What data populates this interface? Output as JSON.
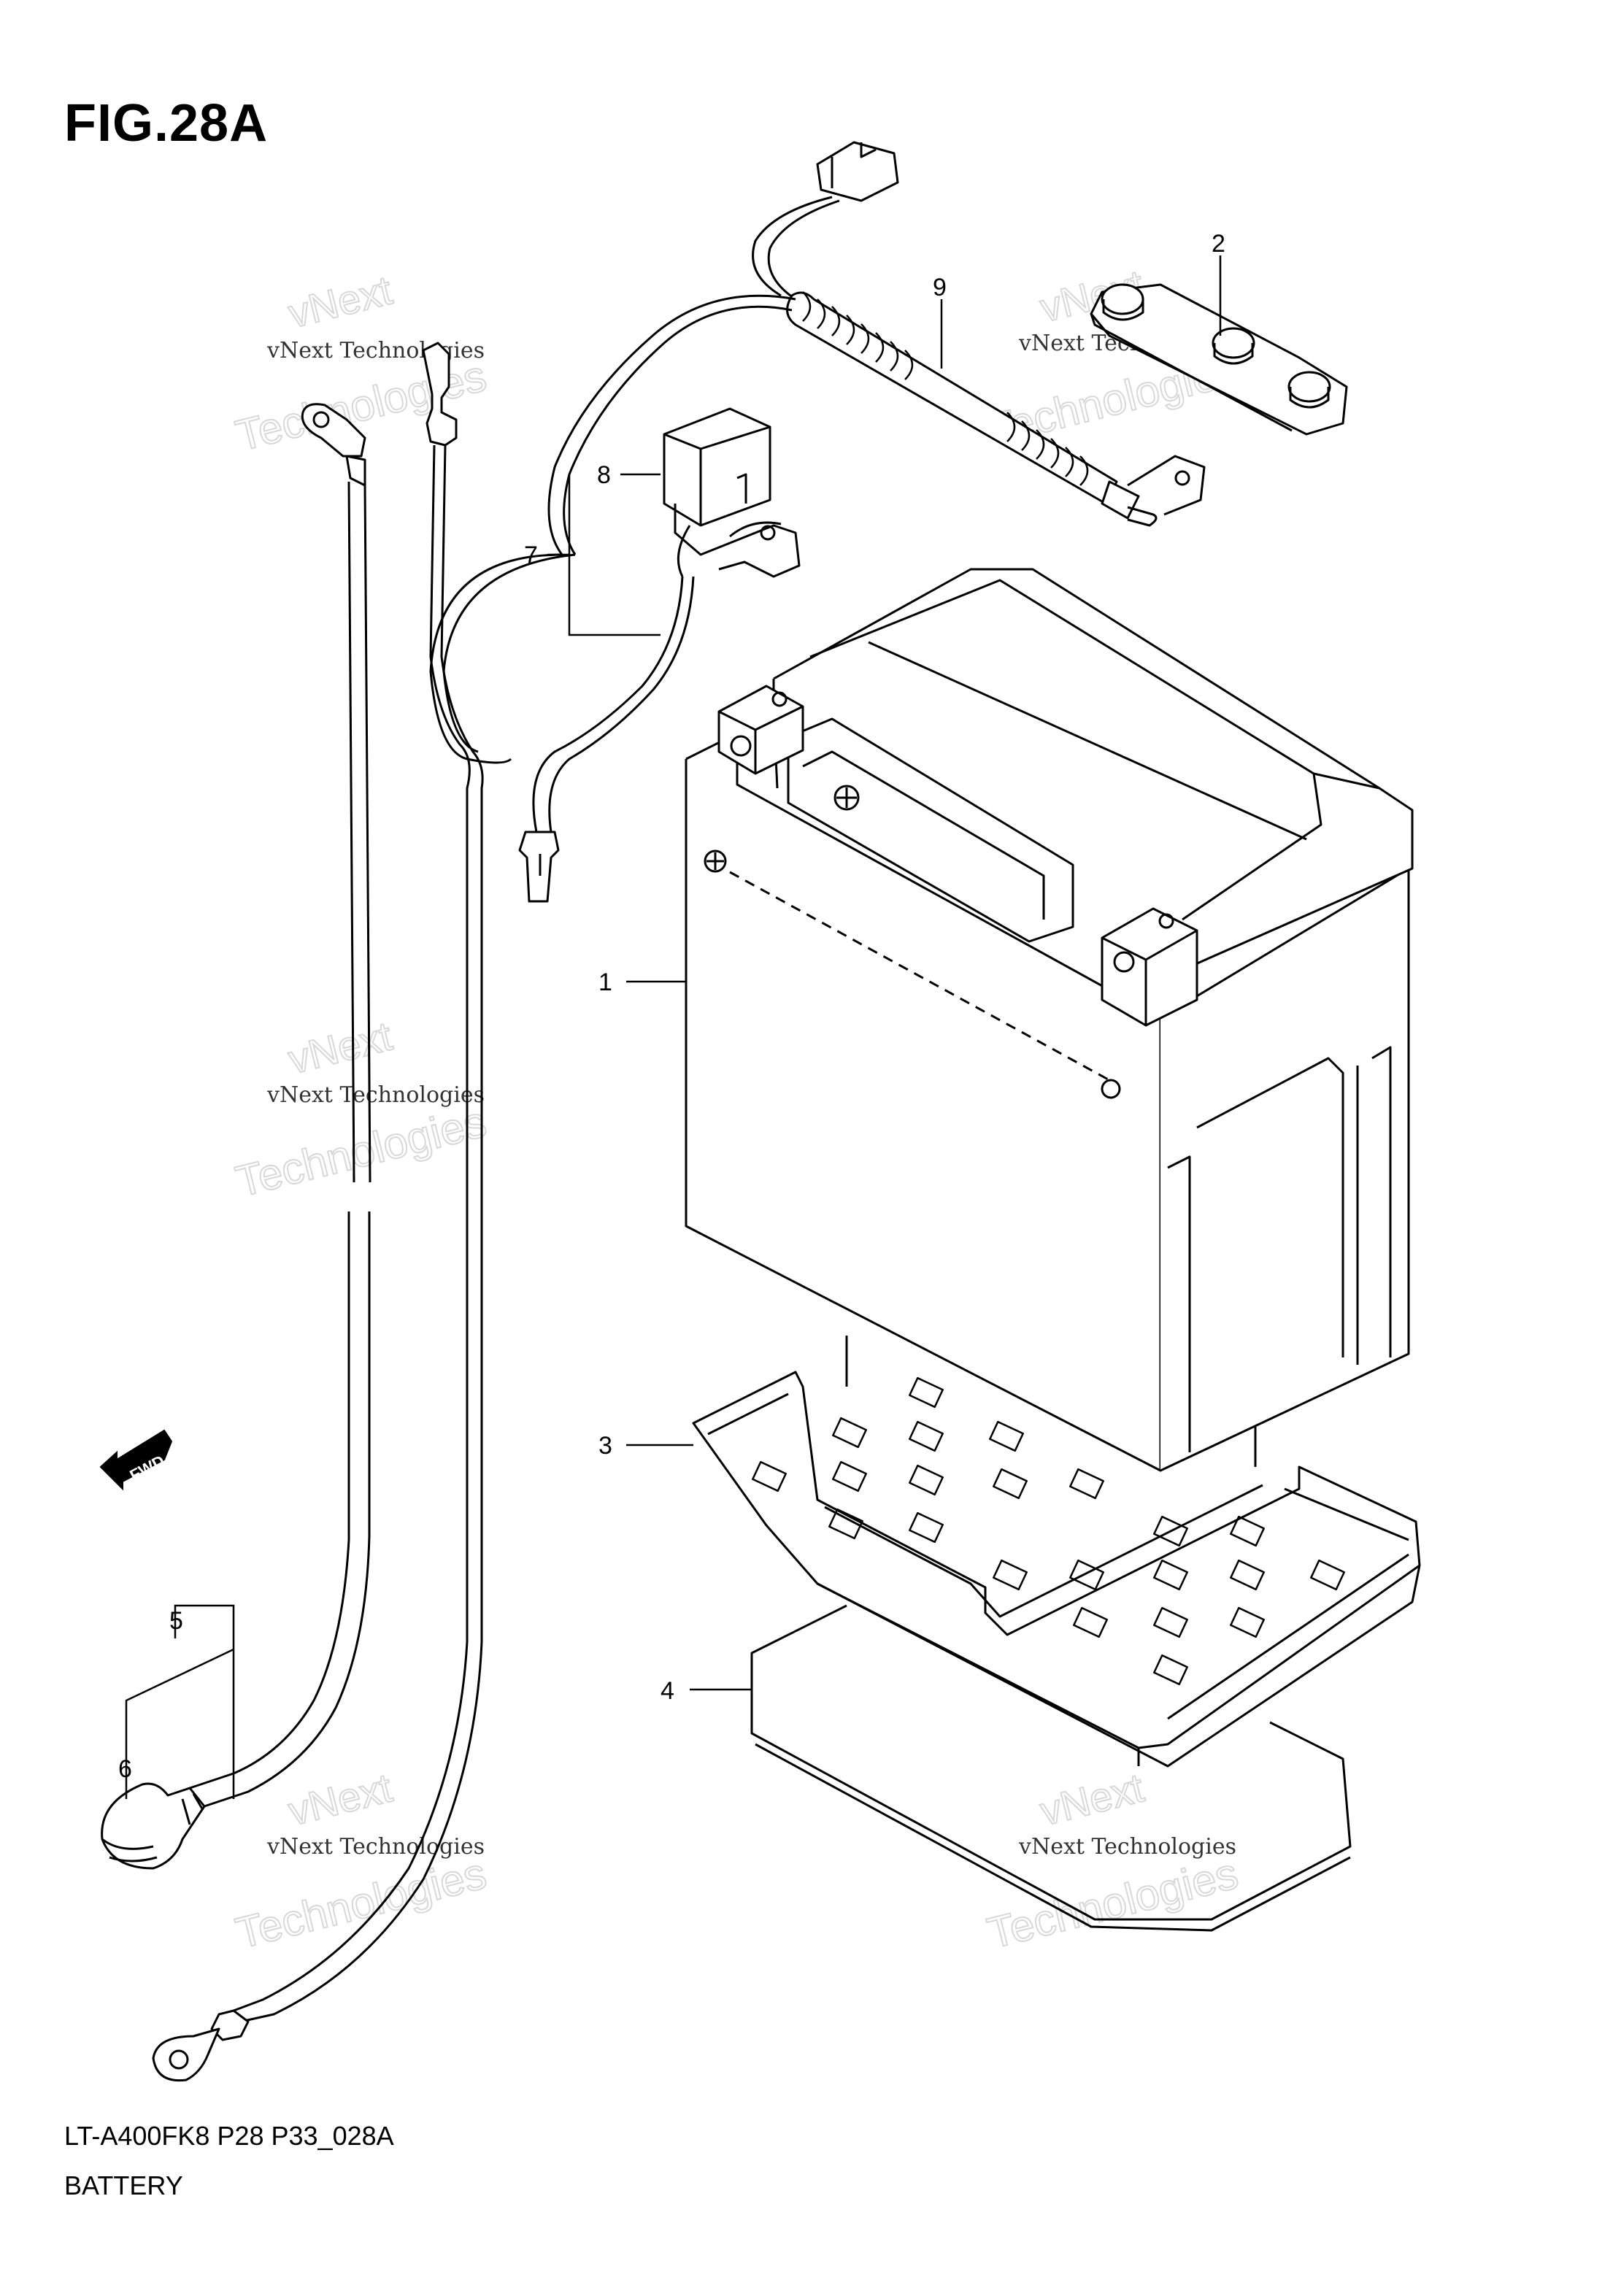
{
  "figure": {
    "title": "FIG.28A",
    "model_code": "LT-A400FK8 P28 P33_028A",
    "caption": "BATTERY"
  },
  "callouts": {
    "c1": "1",
    "c2": "2",
    "c3": "3",
    "c4": "4",
    "c5": "5",
    "c6": "6",
    "c7": "7",
    "c8": "8",
    "c9": "9"
  },
  "fwd_label": "FWD",
  "watermark": {
    "line_a": "vNext Technologies",
    "line_b": "vNext",
    "line_c": "Technologies"
  }
}
